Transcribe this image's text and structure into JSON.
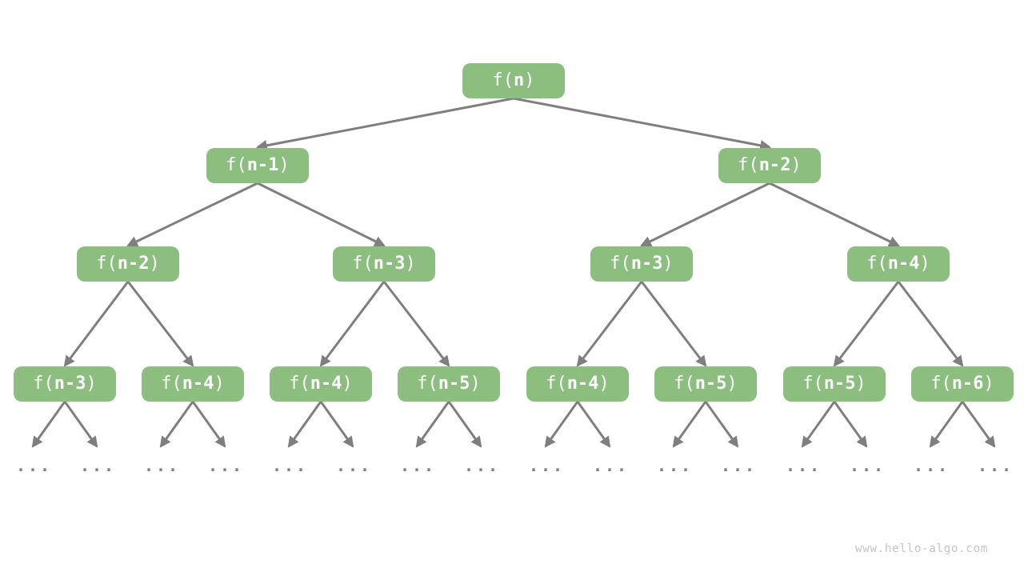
{
  "colors": {
    "background": "#FFFFFF",
    "node_fill": "#8CBE80",
    "node_text": "#FFFFFF",
    "arrow": "#7F7F7F",
    "ellipsis": "#7F7F7F",
    "watermark": "#C6C6C6"
  },
  "nodes": [
    {
      "pre": "f(",
      "arg": "n",
      "post": ")"
    },
    {
      "pre": "f(",
      "arg": "n-1",
      "post": ")"
    },
    {
      "pre": "f(",
      "arg": "n-2",
      "post": ")"
    },
    {
      "pre": "f(",
      "arg": "n-2",
      "post": ")"
    },
    {
      "pre": "f(",
      "arg": "n-3",
      "post": ")"
    },
    {
      "pre": "f(",
      "arg": "n-3",
      "post": ")"
    },
    {
      "pre": "f(",
      "arg": "n-4",
      "post": ")"
    },
    {
      "pre": "f(",
      "arg": "n-3",
      "post": ")"
    },
    {
      "pre": "f(",
      "arg": "n-4",
      "post": ")"
    },
    {
      "pre": "f(",
      "arg": "n-4",
      "post": ")"
    },
    {
      "pre": "f(",
      "arg": "n-5",
      "post": ")"
    },
    {
      "pre": "f(",
      "arg": "n-4",
      "post": ")"
    },
    {
      "pre": "f(",
      "arg": "n-5",
      "post": ")"
    },
    {
      "pre": "f(",
      "arg": "n-5",
      "post": ")"
    },
    {
      "pre": "f(",
      "arg": "n-6",
      "post": ")"
    }
  ],
  "ellipsis_label": "...",
  "watermark": "www.hello-algo.com"
}
